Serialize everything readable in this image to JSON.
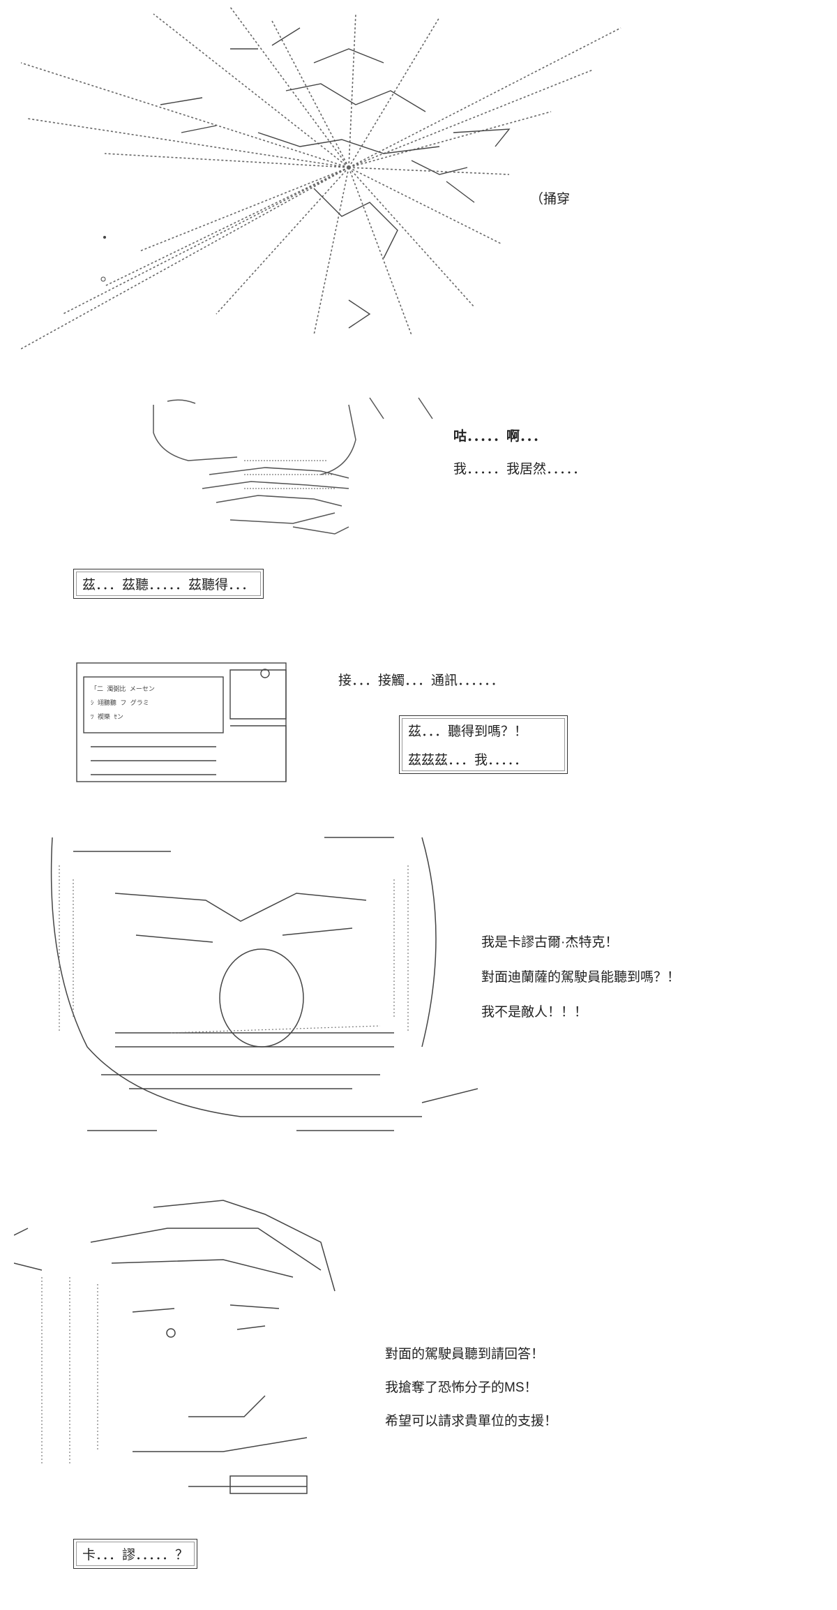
{
  "panels": {
    "explosion": {
      "sfx": "（捅穿"
    },
    "collapse": {
      "line1": "咕．．．．．啊．．．",
      "line2": "我．．．．．我居然．．．．．"
    },
    "static_box": {
      "text": "茲．．．茲聽．．．．．茲聽得．．．"
    },
    "radio": {
      "caption": "接．．．接觸．．．通訊．．．．．．",
      "box_line1": "茲．．．聽得到嗎？！",
      "box_line2": "茲茲茲．．．我．．．．．"
    },
    "pilot": {
      "line1": "我是卡謬古爾·杰特克！",
      "line2": "對面迪蘭薩的駕駛員能聽到嗎？！",
      "line3": "我不是敵人！！！"
    },
    "reply": {
      "line1": "對面的駕駛員聽到請回答！",
      "line2": "我搶奪了恐怖分子的MS！",
      "line3": "希望可以請求貴單位的支援！"
    },
    "final_box": {
      "text": "卡．．．謬．．．．．？"
    }
  }
}
